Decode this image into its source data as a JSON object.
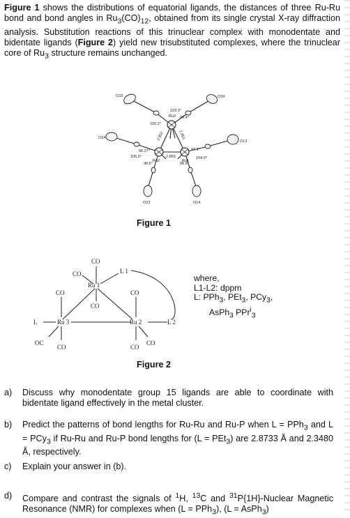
{
  "intro": {
    "fig1_ref": "Figure 1",
    "part1": " shows the distributions of equatorial ligands, the distances of three Ru-Ru bond and bond angles in Ru",
    "sub3": "3",
    "part2": "(CO)",
    "sub12": "12",
    "part3": ", obtained from its single crystal X-ray diffraction analysis. Substitution reactions of this trinuclear complex with monodentate and bidentate ligands (",
    "fig2_ref": "Figure 2",
    "part4": ") yield new trisubstituted complexes, where the trinuclear core of Ru",
    "sub3b": "3",
    "part5": " structure remains unchanged."
  },
  "figure1": {
    "caption": "Figure 1",
    "labels": {
      "o33": "O33",
      "o34": "O34",
      "o24": "O24",
      "o13": "O13",
      "o23": "O23",
      "o14": "O14",
      "ru1": "Ru1",
      "ru2": "Ru2",
      "ru3": "Ru3",
      "a1002": "100.2°",
      "a1033": "103.3°",
      "a964": "96.4°",
      "a9637": "96.37°",
      "a1050": "105.0°",
      "a9866": "98.6°",
      "a9717": "97.1°",
      "a1040": "104.0°",
      "a989": "98.9°",
      "d2859": "2.859",
      "dleft": "2.852",
      "dright": "2.851"
    }
  },
  "figure2": {
    "caption": "Figure 2",
    "co": "CO",
    "oc": "OC",
    "ru1": "Ru 1",
    "ru2": "Ru 2",
    "ru3": "Ru 3",
    "l": "L",
    "l1": "L 1",
    "l2": "L 2",
    "legend": {
      "where": "where,",
      "l1l2": "L1-L2: dppm",
      "l_prefix": "L: PPh",
      "s3a": "3",
      "pet": ", PEt",
      "s3b": "3",
      "pcy": ", PCy",
      "s3c": "3",
      "comma": ",",
      "asph": "AsPh",
      "s3d": "3",
      "ppr": " PPr",
      "sup_i": "i",
      "s3e": "3"
    }
  },
  "questions": {
    "a": {
      "letter": "a)",
      "text": "Discuss why monodentate group 15 ligands are able to coordinate with bidentate ligand effectively in the metal cluster."
    },
    "b": {
      "letter": "b)",
      "t1": "Predict the patterns of bond lengths for Ru-Ru and Ru-P when L = PPh",
      "s1": "3",
      "t2": " and L = PCy",
      "s2": "3",
      "t3": " if Ru-Ru and Ru-P bond lengths for (L = PEt",
      "s3": "3",
      "t4": ") are 2.8733 Å and 2.3480 Å, respectively."
    },
    "c": {
      "letter": "c)",
      "text": "Explain your answer in (b)."
    },
    "d": {
      "letter": "d)",
      "t1": "Compare and contrast the signals of ",
      "sup1": "1",
      "t2": "H, ",
      "sup2": "13",
      "t3": "C and ",
      "sup3": "31",
      "t4": "P{1H}-Nuclear Magnetic Resonance (NMR) for complexes when (L = PPh",
      "s1": "3",
      "t5": "), (L = AsPh",
      "s2": "3",
      "t6": ")"
    }
  }
}
